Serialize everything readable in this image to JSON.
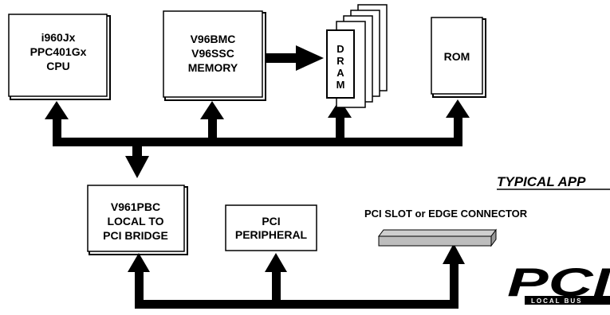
{
  "title": "TYPICAL APP",
  "cpu": {
    "line1": "i960Jx",
    "line2": "PPC401Gx",
    "line3": "CPU"
  },
  "memory_controller": {
    "line1": "V96BMC",
    "line2": "V96SSC",
    "line3": "MEMORY"
  },
  "dram": {
    "letters": [
      "D",
      "R",
      "A",
      "M"
    ]
  },
  "rom": {
    "label": "ROM"
  },
  "bridge": {
    "line1": "V961PBC",
    "line2": "LOCAL TO",
    "line3": "PCI BRIDGE"
  },
  "pci_peripheral": {
    "line1": "PCI",
    "line2": "PERIPHERAL"
  },
  "pci_slot": {
    "label": "PCI SLOT or EDGE CONNECTOR"
  },
  "pci_logo": {
    "text": "PCI",
    "subtext": "LOCAL BUS"
  }
}
